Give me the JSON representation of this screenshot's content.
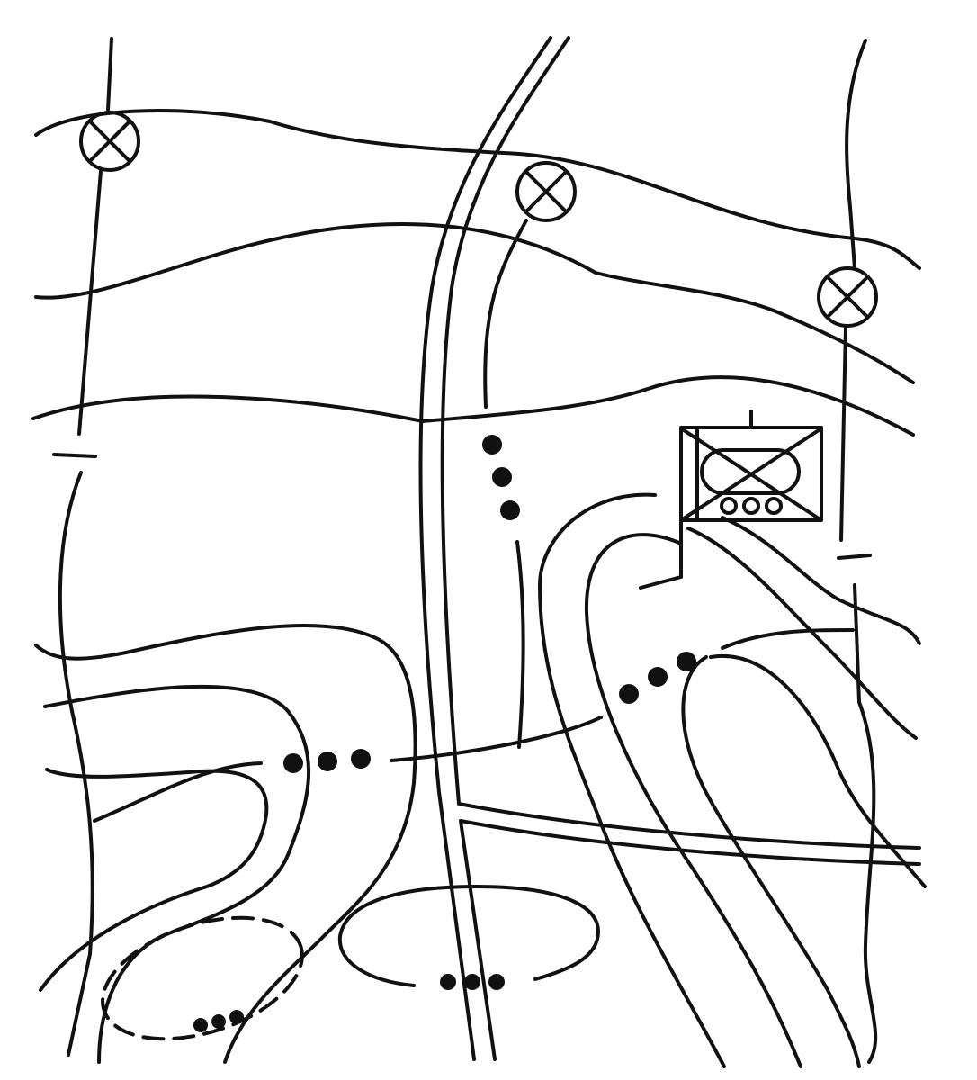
{
  "map": {
    "symbols": [
      "crossed-circle-marker",
      "crossed-circle-marker",
      "crossed-circle-marker",
      "armored-unit-flag"
    ],
    "colors": {
      "line": "#111111",
      "background": "#ffffff"
    }
  }
}
